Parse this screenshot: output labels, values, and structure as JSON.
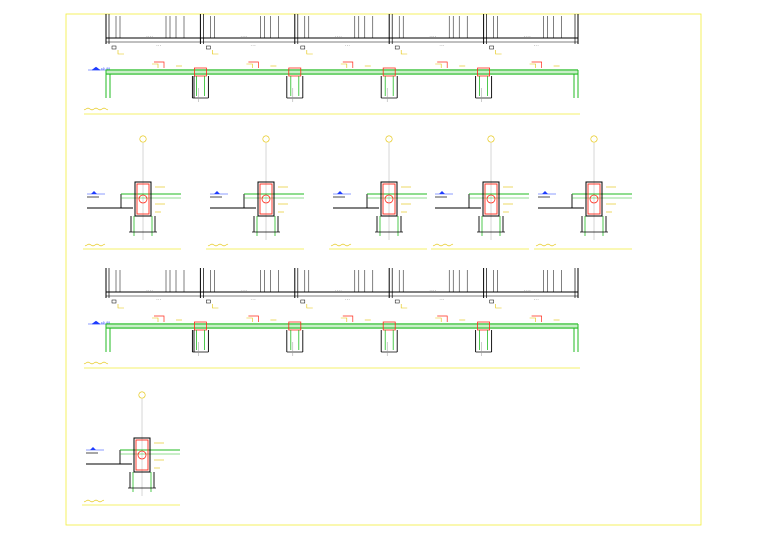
{
  "drawing": {
    "title": "",
    "colors": {
      "background": "#ffffff",
      "frame": "#f2ee3a",
      "concrete": "#000000",
      "rebar_main": "#22bb22",
      "rebar_section": "#ff2a1a",
      "elevation_mark": "#1e3cff",
      "dimension": "#e3c200",
      "axis": "#9a9a9a"
    },
    "elevation_label": "±0.00",
    "elevation_strips": [
      {
        "id": "upper-elevation",
        "bays": 5
      },
      {
        "id": "lower-elevation",
        "bays": 5
      }
    ],
    "section_details": [
      {
        "id": "section-1"
      },
      {
        "id": "section-2"
      },
      {
        "id": "section-3"
      },
      {
        "id": "section-4"
      },
      {
        "id": "section-5"
      },
      {
        "id": "section-6"
      }
    ],
    "icons": {
      "elevation": "elevation-marker-icon",
      "axis": "axis-bubble-icon"
    }
  }
}
